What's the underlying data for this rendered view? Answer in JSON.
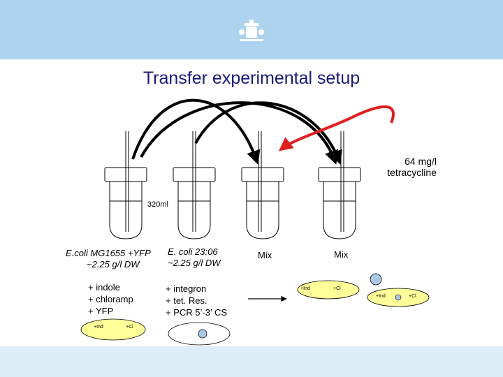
{
  "title": "Transfer experimental setup",
  "labels": {
    "tetracycline_line1": "64 mg/l",
    "tetracycline_line2": "tetracycline",
    "volume": "320ml",
    "donor_strain_line1": "E.coli MG1655 +YFP",
    "donor_strain_line2": "~2.25 g/l DW",
    "recipient_strain_line1": "E. coli 23:06",
    "recipient_strain_line2": "~2.25 g/l DW",
    "mix_1": "Mix",
    "mix_2": "Mix",
    "donor_traits": [
      "+ indole",
      "+ chloramp",
      "+ YFP"
    ],
    "recipient_traits": [
      "+ integron",
      "+ tet. Res.",
      "+ PCR 5’-3’ CS"
    ],
    "ind": "+Ind",
    "cl": "+Cl"
  },
  "colors": {
    "header": "#aed3ee",
    "footer": "#dcedf8",
    "title": "#1a1a7a",
    "red_arrow": "#e02020",
    "yellow_cell": "#ffff99",
    "blue_circle": "#a9c8e3"
  },
  "icons": {
    "logo": "royal-coat-of-arms-icon"
  }
}
